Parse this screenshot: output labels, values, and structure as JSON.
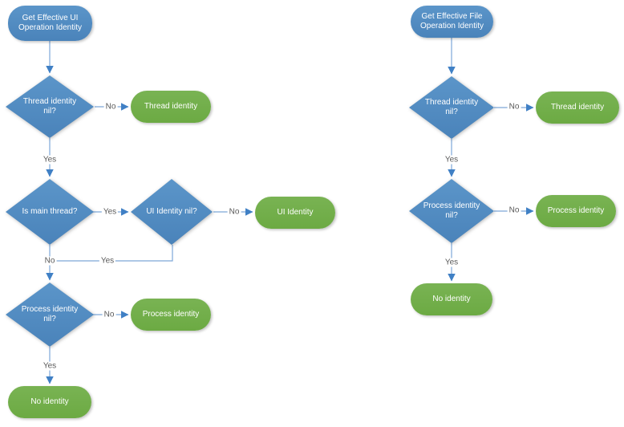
{
  "diagram": {
    "labels": {
      "yes": "Yes",
      "no": "No"
    },
    "left": {
      "start": "Get Effective UI\nOperation Identity",
      "thread_nil": "Thread identity\nnil?",
      "thread_result": "Thread identity",
      "is_main": "Is main thread?",
      "ui_nil": "UI Identity nil?",
      "ui_result": "UI Identity",
      "process_nil": "Process identity\nnil?",
      "process_result": "Process identity",
      "no_identity": "No identity"
    },
    "right": {
      "start": "Get Effective File\nOperation Identity",
      "thread_nil": "Thread identity\nnil?",
      "thread_result": "Thread identity",
      "process_nil": "Process identity\nnil?",
      "process_result": "Process identity",
      "no_identity": "No identity"
    },
    "colors": {
      "node_blue": "#4d86be",
      "node_green": "#70ad47",
      "connector_line": "#7da7d8",
      "arrowhead": "#4080c5",
      "edge_label_text": "#595959",
      "node_text": "#ffffff",
      "background": "#ffffff"
    }
  }
}
